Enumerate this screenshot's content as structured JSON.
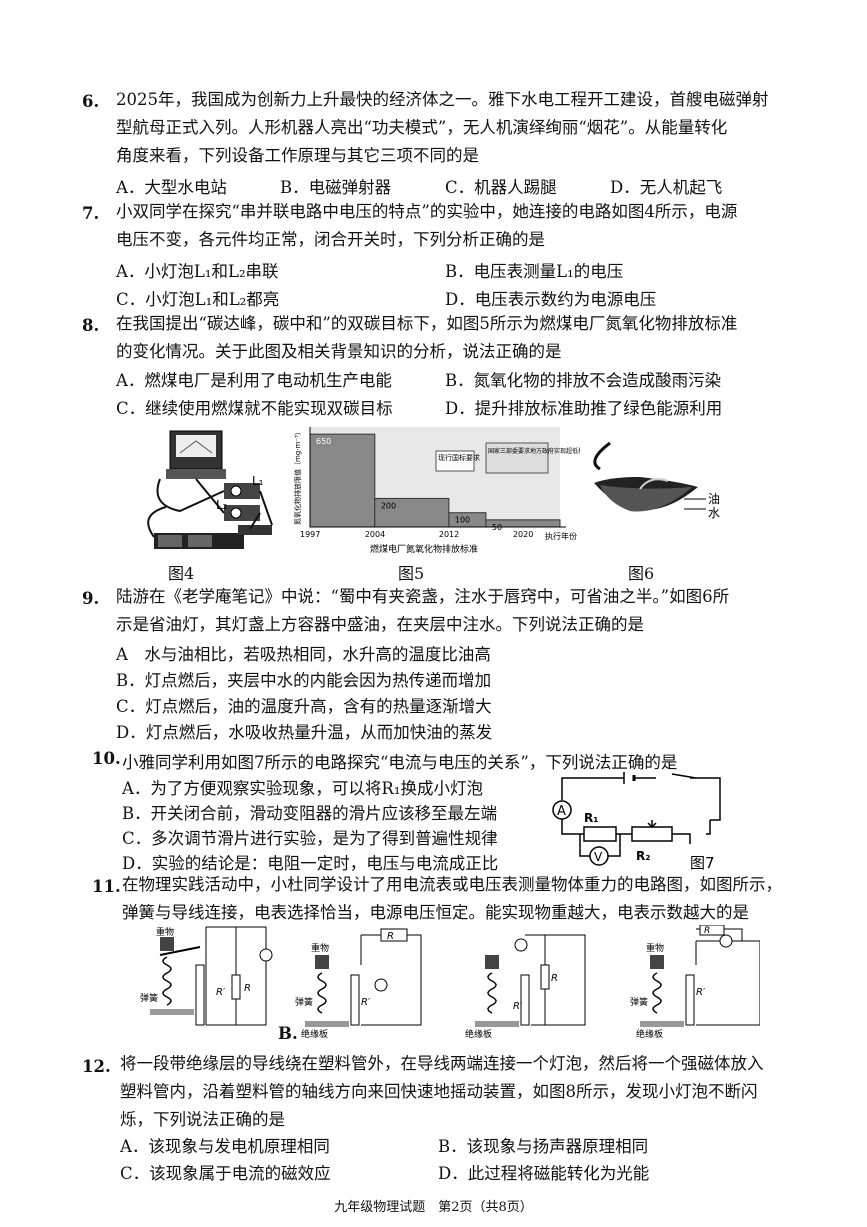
{
  "q6": {
    "num": "6.",
    "line1": "2025年，我国成为创新力上升最快的经济体之一。雅下水电工程开工建设，首艘电磁弹射",
    "line2": "型航母正式入列。人形机器人亮出“功夫模式”，无人机演绎绚丽“烟花”。从能量转化",
    "line3": "角度来看，下列设备工作原理与其它三项不同的是",
    "options": [
      "A．大型水电站",
      "B．电磁弹射器",
      "C．机器人踢腿",
      "D．无人机起飞"
    ]
  },
  "q7": {
    "num": "7.",
    "line1": "小双同学在探究“串并联电路中电压的特点”的实验中，她连接的电路如图4所示，电源",
    "line2": "电压不变，各元件均正常，闭合开关时，下列分析正确的是",
    "options": [
      "A．小灯泡L₁和L₂串联",
      "B．电压表测量L₁的电压",
      "C．小灯泡L₁和L₂都亮",
      "D．电压表示数约为电源电压"
    ]
  },
  "q8": {
    "num": "8.",
    "line1": "在我国提出“碳达峰，碳中和”的双碳目标下，如图5所示为燃煤电厂氮氧化物排放标准",
    "line2": "的变化情况。关于此图及相关背景知识的分析，说法正确的是",
    "options": [
      "A．燃煤电厂是利用了电动机生产电能",
      "B．氮氧化物的排放不会造成酸雨污染",
      "C．继续使用燃煤就不能实现双碳目标",
      "D．提升排放标准助推了绿色能源利用"
    ]
  },
  "fig4": {
    "caption": "图4",
    "l1": "L₁",
    "l2": "L₂"
  },
  "fig5": {
    "caption": "图5",
    "bottom_title": "燃煤电厂氮氧化物排放标准",
    "ylabel": "氮氧化物排放限值（mg·m⁻³）",
    "xlabel": "执行年份",
    "callout1": "现行国标要求",
    "callout2": "国家三部委要求地方政府实现超低排放"
  },
  "fig6": {
    "caption": "图6",
    "oil": "油",
    "water": "水"
  },
  "chart_data": {
    "type": "bar",
    "title": "燃煤电厂氮氧化物排放标准",
    "xlabel": "执行年份",
    "ylabel": "氮氧化物排放限值（mg·m⁻³）",
    "x_ticks": [
      "1997",
      "2004",
      "2012",
      "2020"
    ],
    "series": [
      {
        "values": [
          {
            "from": 1997,
            "to": 2004,
            "value": 650
          },
          {
            "from": 2004,
            "to": 2012,
            "value": 200
          },
          {
            "from": 2012,
            "to": 2016,
            "value": 100
          },
          {
            "from": 2016,
            "to": 2024,
            "value": 50
          }
        ]
      }
    ],
    "value_labels": [
      "650",
      "200",
      "100",
      "50"
    ],
    "ylim": [
      0,
      700
    ]
  },
  "q9": {
    "num": "9.",
    "line1": "陆游在《老学庵笔记》中说：“蜀中有夹瓷盏，注水于唇窍中，可省油之半。”如图6所",
    "line2": "示是省油灯，其灯盏上方容器中盛油，在夹层中注水。下列说法正确的是",
    "options": [
      "A　水与油相比，若吸热相同，水升高的温度比油高",
      "B．灯点燃后，夹层中水的内能会因为热传递而增加",
      "C．灯点燃后，油的温度升高，含有的热量逐渐增大",
      "D．灯点燃后，水吸收热量升温，从而加快油的蒸发"
    ]
  },
  "q10": {
    "num": "10.",
    "line1": "小雅同学利用如图7所示的电路探究“电流与电压的关系”，下列说法正确的是",
    "options": [
      "A．为了方便观察实验现象，可以将R₁换成小灯泡",
      "B．开关闭合前，滑动变阻器的滑片应该移至最左端",
      "C．多次调节滑片进行实验，是为了得到普遍性规律",
      "D．实验的结论是：电阻一定时，电压与电流成正比"
    ]
  },
  "fig7": {
    "caption": "图7",
    "ammeter": "A",
    "voltmeter": "V",
    "r1": "R₁",
    "r2": "R₂"
  },
  "q11": {
    "num": "11.",
    "line1": "在物理实践活动中，小杜同学设计了用电流表或电压表测量物体重力的电路图，如图所示，",
    "line2": "弹簧与导线连接，电表选择恰当，电源电压恒定。能实现物重越大，电表示数越大的是",
    "option_b": "B.",
    "weight": "重物",
    "spring": "弹簧",
    "plate": "绝缘板",
    "r": "R",
    "rp": "R′"
  },
  "q12": {
    "num": "12.",
    "line1": "将一段带绝缘层的导线绕在塑料管外，在导线两端连接一个灯泡，然后将一个强磁体放入",
    "line2": "塑料管内，沿着塑料管的轴线方向来回快速地摇动装置，如图8所示，发现小灯泡不断闪",
    "line3": "烁，下列说法正确的是",
    "options": [
      "A．该现象与发电机原理相同",
      "B．该现象与扬声器原理相同",
      "C．该现象属于电流的磁效应",
      "D．此过程将磁能转化为光能"
    ]
  },
  "footer": "九年级物理试题　第2页（共8页）"
}
